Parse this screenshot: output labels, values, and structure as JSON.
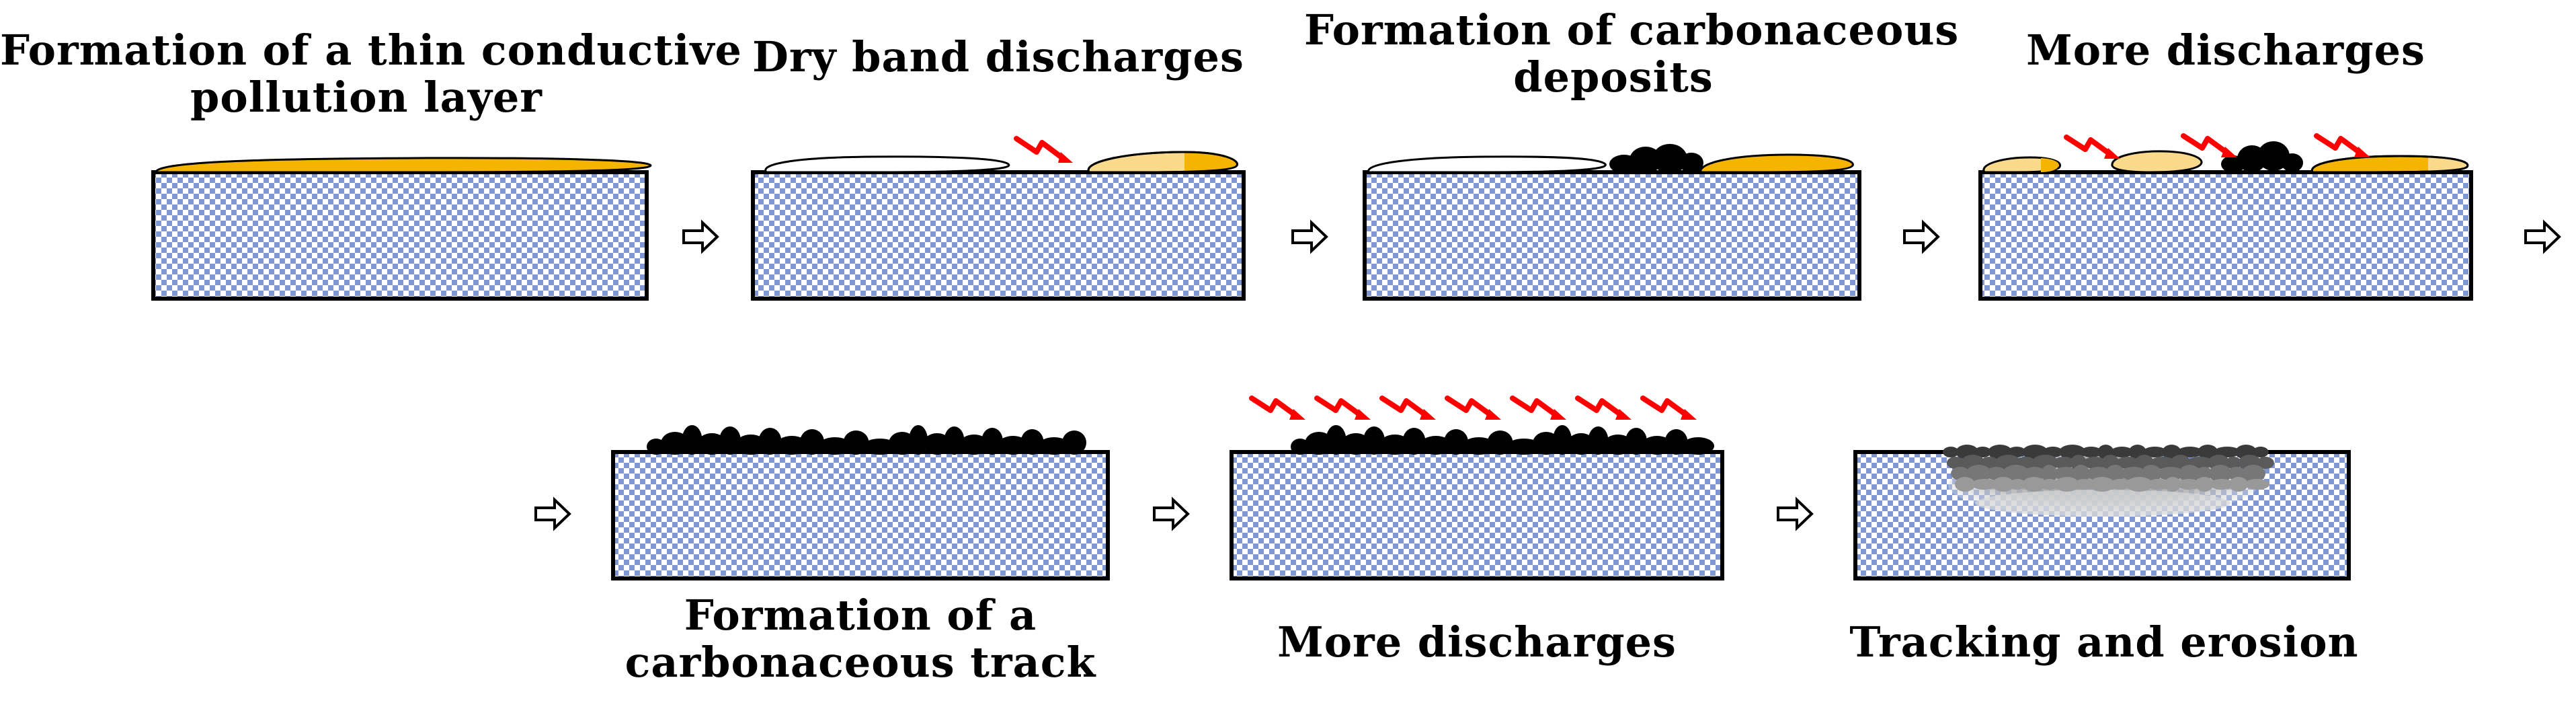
{
  "title": "",
  "steps": [
    {
      "label_lines": [
        "Formation of a thin conductive",
        "pollution layer"
      ]
    },
    {
      "label_lines": [
        "Dry band discharges"
      ]
    },
    {
      "label_lines": [
        "Formation of carbonaceous",
        "deposits"
      ]
    },
    {
      "label_lines": [
        "More discharges"
      ]
    },
    {
      "label_lines": [
        "Formation of a",
        "carbonaceous track"
      ]
    },
    {
      "label_lines": [
        "More discharges"
      ]
    },
    {
      "label_lines": [
        "Tracking and erosion"
      ]
    }
  ],
  "colors": {
    "substrate_a": "#7e97d2",
    "substrate_b": "#ffffff",
    "pollution": "#f5b400",
    "pollution_light": "#f9d98a",
    "discharge": "#ff0000",
    "deposit": "#000000",
    "outline": "#000000"
  }
}
